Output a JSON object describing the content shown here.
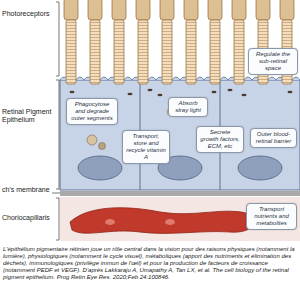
{
  "diagram": {
    "caption": "L'épithélium pigmentaire rétinien joue un rôle central dans la vision pour des raisons physiques (notamment la lumière), physiologiques (notamment le cycle visuel), métaboliques (apport des nutriments et élimination des déchets), immunologiques (privilège immun de l'œil) et pour la production de facteurs de croissance (notamment PEDF et VEGF). D'après Lakkaraju A, Umapathy A, Tan LX, et al. The cell biology of the retinal pigment epithelium. Prog Retin Eye Res. 2020;Feb 24:100846.",
    "nodes": [
      {
        "text": [
          "Regulate the sub-retinal space"
        ]
      },
      {
        "text": [
          "Absorb stray light"
        ]
      },
      {
        "text": [
          "Phagocytose and degrade outer segments"
        ]
      },
      {
        "text": [
          "Transport, store and recycle vitamin A"
        ]
      },
      {
        "text": [
          "Secrete growth factors, ECM, etc"
        ]
      },
      {
        "text": [
          "Outer blood-retinal barrier"
        ]
      },
      {
        "text": [
          "Transport nutrients and metabolites"
        ]
      }
    ],
    "labels": [
      "Photoreceptors",
      "Retinal Pigment Epithelium",
      "ch's membrane",
      "Choriocapillaris"
    ]
  }
}
